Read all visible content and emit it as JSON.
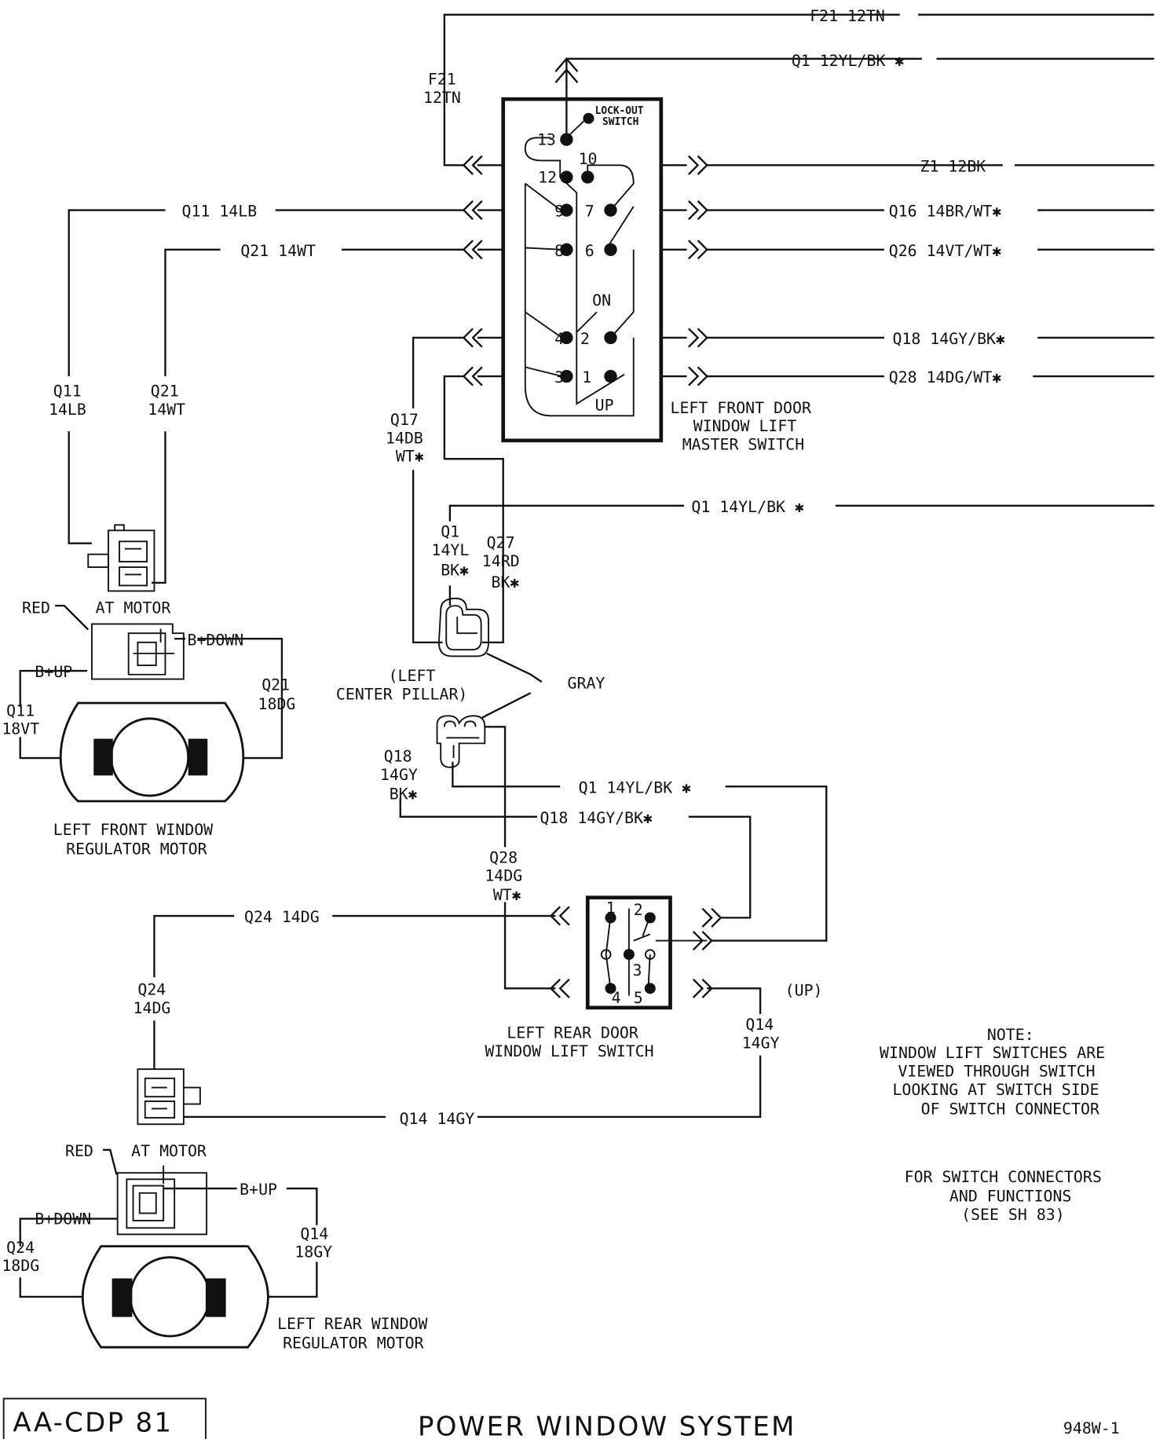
{
  "labels": {
    "f21_top": "F21  12TN",
    "f21_v1": "F21",
    "f21_v2": "12TN",
    "q1_top": "Q1  12YL/BK ✱",
    "lockout1": "LOCK-OUT",
    "lockout2": "SWITCH",
    "z1": "Z1  12BK",
    "q11_h": "Q11  14LB",
    "q16": "Q16  14BR/WT✱",
    "q21_h": "Q21  14WT",
    "q26": "Q26  14VT/WT✱",
    "on": "ON",
    "q18_r": "Q18  14GY/BK✱",
    "q28_r": "Q28  14DG/WT✱",
    "up": "UP",
    "master1": "LEFT FRONT DOOR",
    "master2": "WINDOW LIFT",
    "master3": "MASTER SWITCH",
    "q11_v1": "Q11",
    "q11_v2": "14LB",
    "q21_v1": "Q21",
    "q21_v2": "14WT",
    "q17_1": "Q17",
    "q17_2": "14DB",
    "q17_3": "WT✱",
    "q1_mid": "Q1  14YL/BK ✱",
    "q1_v1": "Q1",
    "q1_v2": "14YL",
    "q1_v3": "BK✱",
    "q27_1": "Q27",
    "q27_2": "14RD",
    "q27_3": "BK✱",
    "red1": "RED",
    "at_motor1": "AT MOTOR",
    "bdown1": "B+DOWN",
    "bup1": "B+UP",
    "left_center1": "(LEFT",
    "left_center2": "CENTER PILLAR)",
    "gray": "GRAY",
    "q21_18_1": "Q21",
    "q21_18_2": "18DG",
    "q11_18_1": "Q11",
    "q11_18_2": "18VT",
    "lfmotor1": "LEFT FRONT WINDOW",
    "lfmotor2": "REGULATOR MOTOR",
    "q18_v1": "Q18",
    "q18_v2": "14GY",
    "q18_v3": "BK✱",
    "q1_low": "Q1  14YL/BK ✱",
    "q18_low": "Q18  14GY/BK✱",
    "q28_v1": "Q28",
    "q28_v2": "14DG",
    "q28_v3": "WT✱",
    "q24_h": "Q24  14DG",
    "q24_v1": "Q24",
    "q24_v2": "14DG",
    "up_paren": "(UP)",
    "rear_sw1": "LEFT REAR DOOR",
    "rear_sw2": "WINDOW LIFT SWITCH",
    "q14_v1": "Q14",
    "q14_v2": "14GY",
    "note1": "NOTE:",
    "note2": "WINDOW LIFT SWITCHES ARE",
    "note3": "VIEWED THROUGH SWITCH",
    "note4": "LOOKING AT SWITCH SIDE",
    "note5": "OF SWITCH CONNECTOR",
    "q14_h": "Q14  14GY",
    "red2": "RED",
    "at_motor2": "AT MOTOR",
    "bup2": "B+UP",
    "bdown2": "B+DOWN",
    "q24_18_1": "Q24",
    "q24_18_2": "18DG",
    "q14_18_1": "Q14",
    "q14_18_2": "18GY",
    "forsw1": "FOR SWITCH CONNECTORS",
    "forsw2": "AND FUNCTIONS",
    "forsw3": "(SEE SH 83)",
    "lrmotor1": "LEFT REAR WINDOW",
    "lrmotor2": "REGULATOR MOTOR",
    "page_code": "AA-CDP 81",
    "title": "POWER WINDOW SYSTEM",
    "sheet": "948W-1"
  },
  "pins": {
    "p13": "13",
    "p10": "10",
    "p12": "12",
    "p9": "9",
    "p7": "7",
    "p8": "8",
    "p6": "6",
    "p4": "4",
    "p2": "2",
    "p3": "3",
    "p1": "1",
    "r1": "1",
    "r2": "2",
    "r3": "3",
    "r4": "4",
    "r5": "5"
  }
}
